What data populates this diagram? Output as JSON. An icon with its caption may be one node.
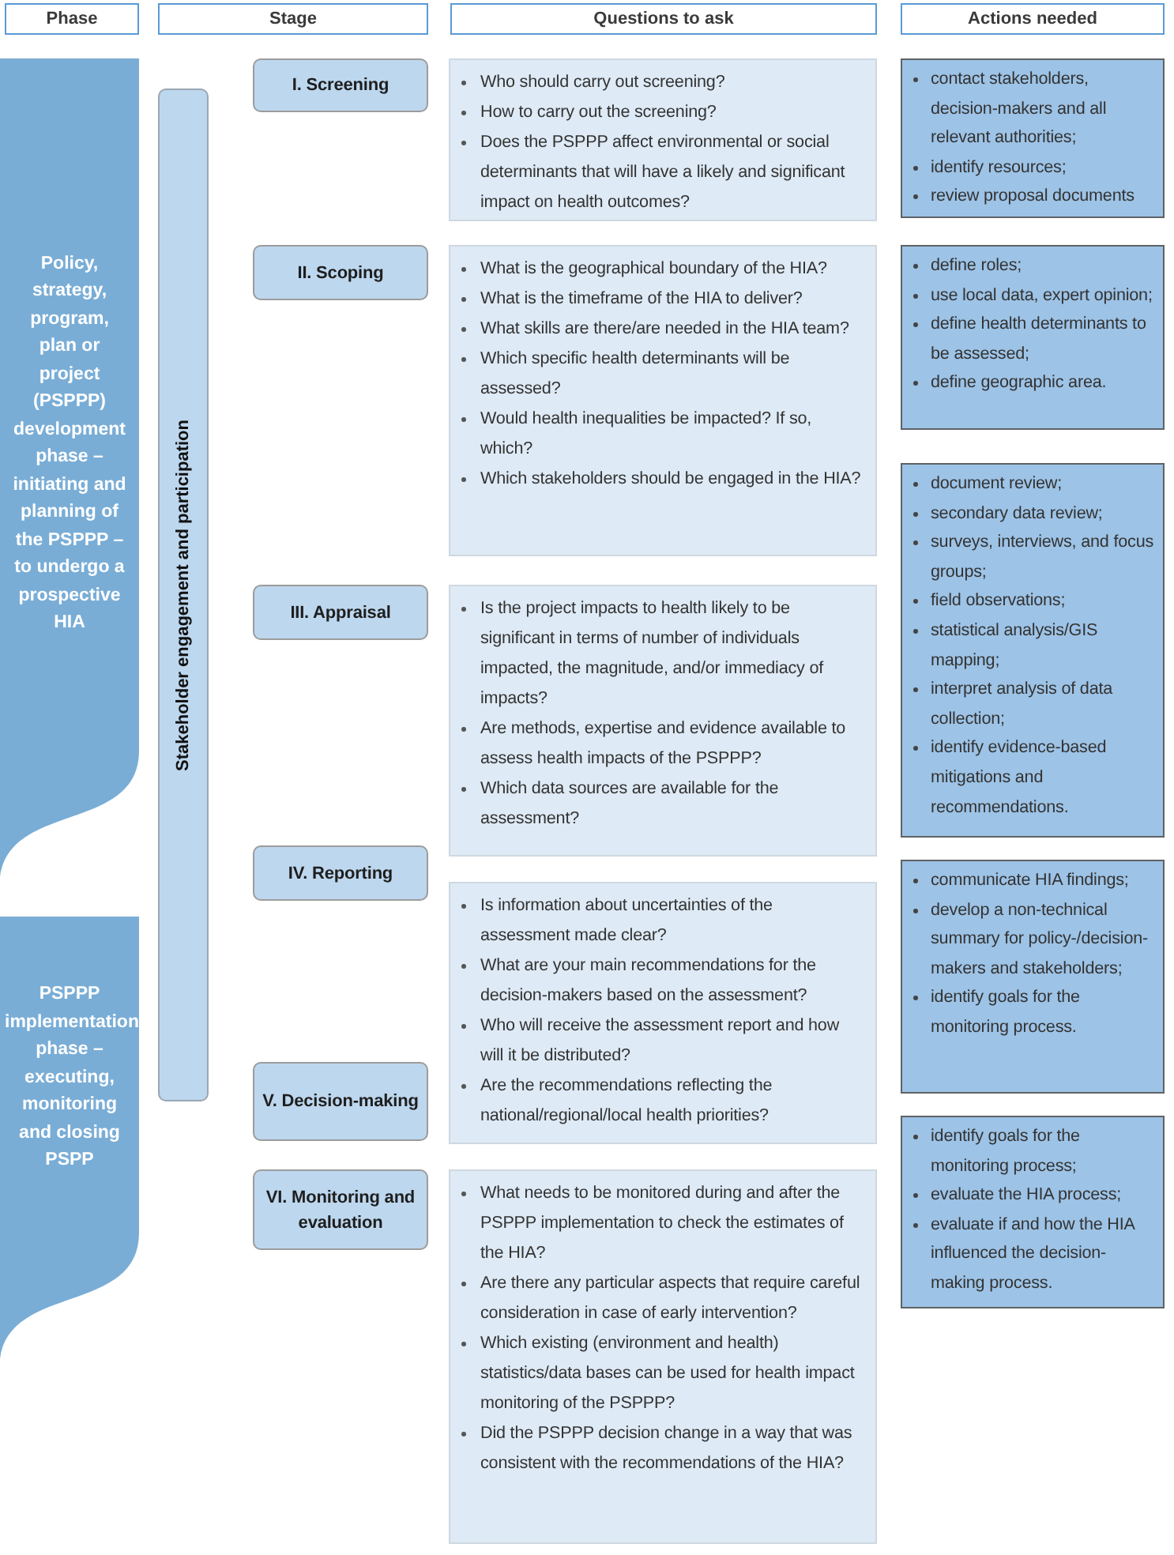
{
  "diagram": {
    "nodes": [
      {
        "text": [
          "Phase"
        ]
      },
      {
        "text": [
          "Stage"
        ]
      },
      {
        "text": [
          "Questions to ask"
        ]
      },
      {
        "text": [
          "Actions needed"
        ]
      },
      {
        "text": [
          "Policy, strategy, program, plan or project (PSPPP) development phase – initiating and planning of the PSPPP – to undergo a prospective HIA"
        ]
      },
      {
        "text": [
          "PSPPP implementation phase – executing, monitoring and closing PSPP"
        ]
      },
      {
        "text": [
          "Stakeholder engagement and participation"
        ]
      },
      {
        "text": [
          "I. Screening"
        ]
      },
      {
        "text": [
          "II. Scoping"
        ]
      },
      {
        "text": [
          "III. Appraisal"
        ]
      },
      {
        "text": [
          "IV. Reporting"
        ]
      },
      {
        "text": [
          "V. Decision-making"
        ]
      },
      {
        "text": [
          "VI. Monitoring and evaluation"
        ]
      },
      {
        "text": [
          "Who should carry out screening?",
          "How to carry out the screening?",
          "Does the PSPPP affect environmental or social determinants that will have a likely and significant impact on health outcomes?"
        ]
      },
      {
        "text": [
          "What is the geographical boundary of the HIA?",
          "What is the timeframe of the HIA to deliver?",
          "What skills are there/are needed in the HIA team?",
          "Which specific health determinants will be assessed?",
          "Would health inequalities be impacted? If so, which?",
          "Which stakeholders should be engaged in the HIA?"
        ]
      },
      {
        "text": [
          "Is the project impacts to health likely to be significant in terms of number of individuals impacted, the magnitude, and/or immediacy of impacts?",
          "Are methods, expertise and evidence available to assess health impacts of the PSPPP?",
          "Which data sources are available for the assessment?"
        ]
      },
      {
        "text": [
          "Is information about uncertainties of the assessment made clear?",
          "What are your main recommendations for the decision-makers based on the assessment?",
          "Who will receive the assessment report and how will it be distributed?",
          "Are the recommendations reflecting the national/regional/local health priorities?"
        ]
      },
      {
        "text": [
          "What needs to be monitored during and after the PSPPP implementation to check the estimates of the HIA?",
          "Are there any particular aspects that require careful consideration in case of early intervention?",
          "Which existing (environment and health) statistics/data bases can be used for health impact monitoring of the PSPPP?",
          "Did the PSPPP decision change in a way that was consistent with the recommendations of the HIA?"
        ]
      },
      {
        "text": [
          "contact stakeholders, decision-makers and all relevant authorities;",
          "identify resources;",
          "review proposal documents"
        ]
      },
      {
        "text": [
          "define roles;",
          "use local data, expert opinion;",
          "define health determinants to be assessed;",
          "define geographic area."
        ]
      },
      {
        "text": [
          "document review;",
          "secondary data review;",
          "surveys, interviews, and focus groups;",
          "field observations;",
          "statistical analysis/GIS mapping;",
          "interpret analysis of data collection;",
          "identify evidence-based mitigations and recommendations."
        ]
      },
      {
        "text": [
          "communicate HIA findings;",
          "develop a non-technical summary for policy-/decision-makers and stakeholders;",
          "identify goals for the monitoring process."
        ]
      },
      {
        "text": [
          "identify goals for the monitoring process;",
          "evaluate the HIA process;",
          "evaluate if and how the HIA influenced the decision-making process."
        ]
      }
    ]
  }
}
